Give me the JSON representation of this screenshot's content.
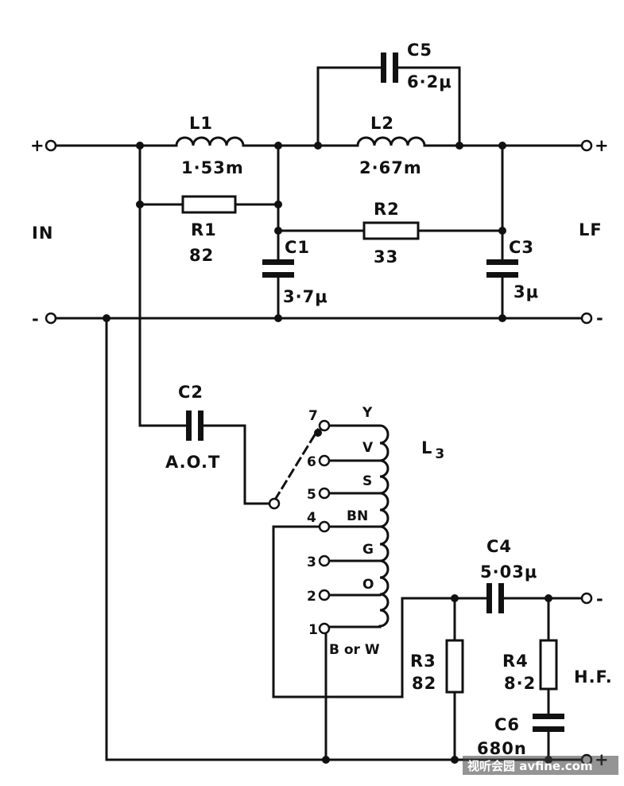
{
  "terminals": {
    "in_plus": "+",
    "in_minus": "-",
    "in_label": "IN",
    "lf_plus": "+",
    "lf_minus": "-",
    "lf_label": "LF",
    "hf_minus": "-",
    "hf_plus": "+",
    "hf_label": "H.F."
  },
  "components": {
    "l1": {
      "name": "L1",
      "value": "1·53m"
    },
    "l2": {
      "name": "L2",
      "value": "2·67m"
    },
    "c5": {
      "name": "C5",
      "value": "6·2μ"
    },
    "r1": {
      "name": "R1",
      "value": "82"
    },
    "r2": {
      "name": "R2",
      "value": "33"
    },
    "c1": {
      "name": "C1",
      "value": "3·7μ"
    },
    "c3": {
      "name": "C3",
      "value": "3μ"
    },
    "c2": {
      "name": "C2",
      "value": "A.O.T"
    },
    "l3": {
      "name": "L",
      "sub": "3"
    },
    "c4": {
      "name": "C4",
      "value": "5·03μ"
    },
    "r3": {
      "name": "R3",
      "value": "82"
    },
    "r4": {
      "name": "R4",
      "value": "8·2"
    },
    "c6": {
      "name": "C6",
      "value": "680n"
    }
  },
  "taps": [
    {
      "number": "7",
      "color": "Y"
    },
    {
      "number": "6",
      "color": "V"
    },
    {
      "number": "5",
      "color": "S"
    },
    {
      "number": "4",
      "color": "BN"
    },
    {
      "number": "3",
      "color": "G"
    },
    {
      "number": "2",
      "color": "O"
    },
    {
      "number": "1",
      "color": "B or W"
    }
  ],
  "watermark": "视听会园 avfine.com"
}
